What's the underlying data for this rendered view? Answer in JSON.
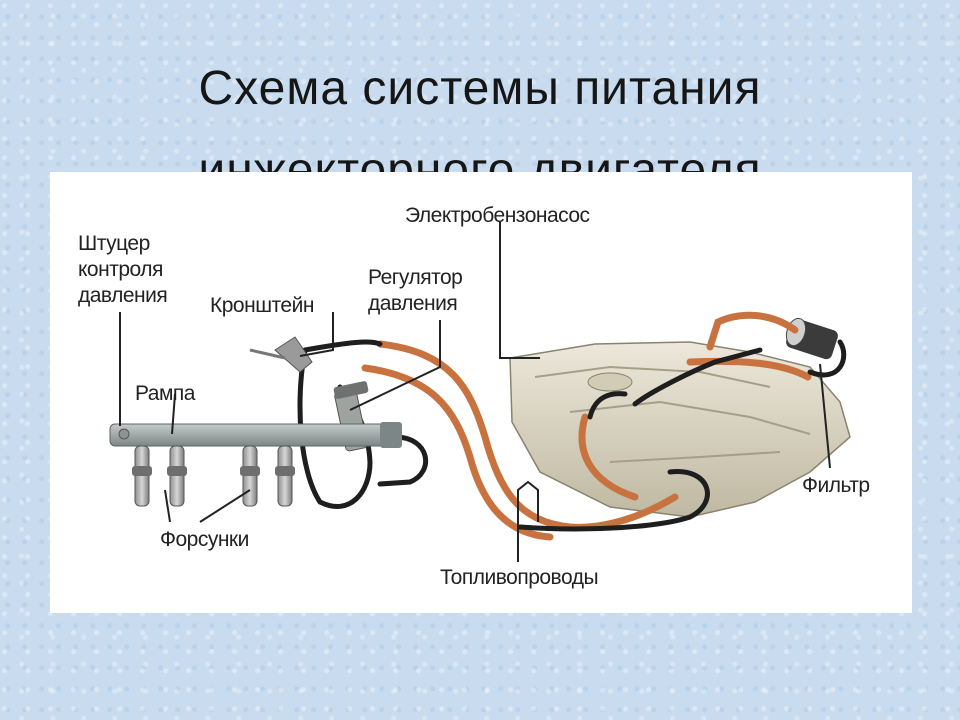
{
  "title": {
    "line1": "Схема системы питания",
    "line2": "инжекторного двигателя"
  },
  "labels": {
    "pressure_fitting": [
      "Штуцер",
      "контроля",
      "давления"
    ],
    "bracket": "Кронштейн",
    "regulator": [
      "Регулятор",
      "давления"
    ],
    "fuel_pump": "Электробензонасос",
    "rail": "Рампа",
    "injectors": "Форсунки",
    "fuel_lines": "Топливопроводы",
    "filter": "Фильтр"
  },
  "colors": {
    "background": "#c9dcef",
    "panel": "#ffffff",
    "fuel_line_copper": "#c8733f",
    "fuel_line_black": "#1e1e1e",
    "tank": "#dcd6c4",
    "rail": "#9aa3a3"
  }
}
